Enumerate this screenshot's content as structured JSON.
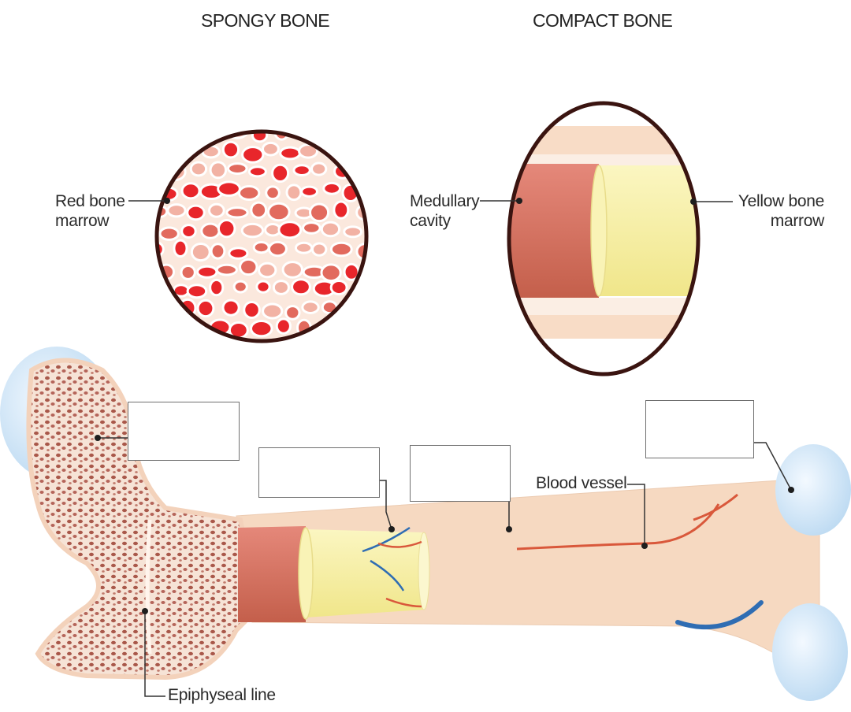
{
  "titles": {
    "spongy": "SPONGY BONE",
    "compact": "COMPACT BONE"
  },
  "labels": {
    "red_bone_marrow": [
      "Red bone",
      "marrow"
    ],
    "medullary_cavity": [
      "Medullary",
      "cavity"
    ],
    "yellow_bone_marrow": [
      "Yellow bone",
      "marrow"
    ],
    "blood_vessel": "Blood vessel",
    "epiphyseal_line": "Epiphyseal line"
  },
  "blank_label_boxes": [
    "",
    "",
    "",
    ""
  ],
  "colors": {
    "bone": "#f7d9c2",
    "bone_edge": "#e9bfa3",
    "red_marrow": "#e8262b",
    "yellow_marrow": "#f8f2a2",
    "cavity": "#d9735e",
    "cartilage": "#d8eaf9",
    "vessel_red": "#d9583b",
    "vessel_blue": "#2f6db3"
  }
}
